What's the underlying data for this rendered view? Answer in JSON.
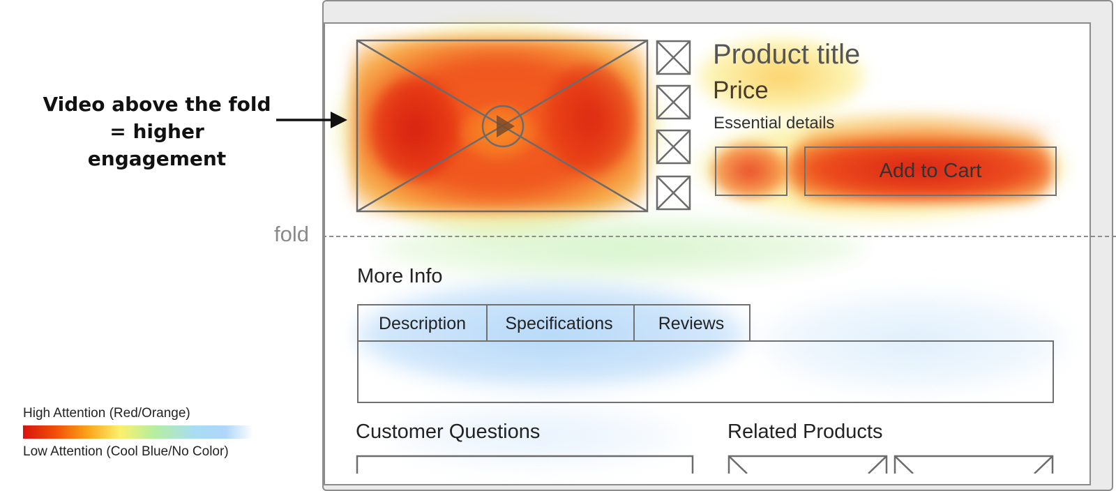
{
  "annotation": {
    "line1": "Video above the fold",
    "line2": "= higher engagement",
    "fold_label": "fold"
  },
  "product": {
    "title": "Product title",
    "price": "Price",
    "details": "Essential details",
    "add_to_cart": "Add to Cart"
  },
  "more_info": {
    "heading": "More Info",
    "tabs": [
      "Description",
      "Specifications",
      "Reviews"
    ]
  },
  "sections": {
    "customer_questions": "Customer Questions",
    "related_products": "Related Products"
  },
  "legend": {
    "high": "High Attention (Red/Orange)",
    "low": "Low Attention (Cool Blue/No Color)"
  },
  "colors": {
    "high_attention": "#d9130f",
    "mid_attention": "#f9a41a",
    "low_attention": "#a8dcf4"
  },
  "icons": [
    "arrow-right-icon",
    "play-icon",
    "image-placeholder-icon"
  ]
}
